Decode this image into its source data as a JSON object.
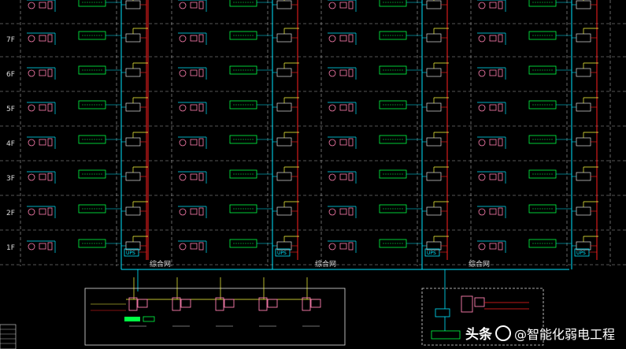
{
  "floors": [
    "7F",
    "6F",
    "5F",
    "4F",
    "3F",
    "2F",
    "1F"
  ],
  "colors": {
    "background": "#000000",
    "grid_dash": "#aaaaaa",
    "riser": "#00e5ff",
    "fiber": "#ff2020",
    "switch_box": "#00ff44",
    "device": "#ff7fb0",
    "link": "#ffff40",
    "label": "#dddddd"
  },
  "network_labels": [
    "综合网",
    "综合网",
    "综合网"
  ],
  "ups_label": "UPS",
  "watermark": {
    "brand": "头条",
    "handle": "@智能化弱电工程"
  },
  "icons": [
    "person-icon",
    "computer-icon",
    "switch-icon",
    "telephone-icon"
  ]
}
